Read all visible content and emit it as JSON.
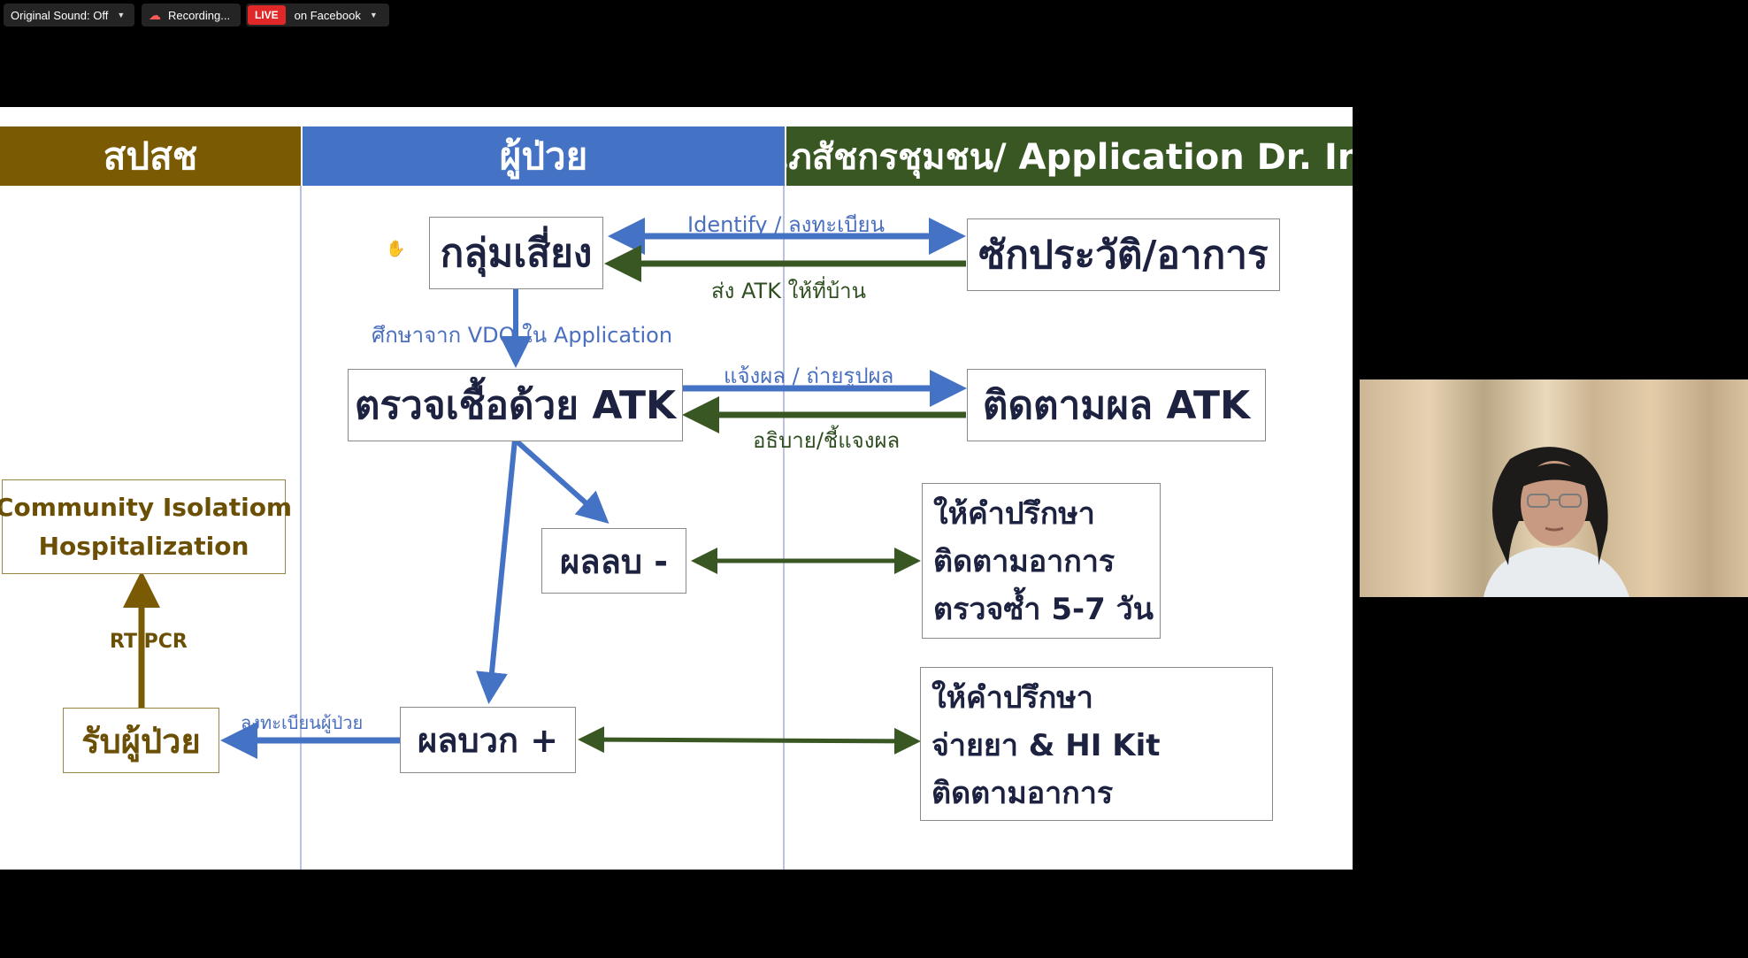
{
  "toolbar": {
    "original_sound": "Original Sound: Off",
    "recording": "Recording...",
    "live_badge": "LIVE",
    "live_target": "on Facebook"
  },
  "slide": {
    "headers": {
      "left": "สปสช",
      "middle": "ผู้ป่วย",
      "right": "เภสัชกรชุมชน/ Application Dr. In"
    },
    "header_colors": {
      "left": "#7a5a03",
      "middle": "#4472c4",
      "right": "#385723"
    },
    "boxes": {
      "risk_group": "กลุ่มเสี่ยง",
      "history": "ซักประวัติ/อาการ",
      "atk_test": "ตรวจเชื้อด้วย ATK",
      "atk_follow": "ติดตามผล  ATK",
      "negative": "ผลลบ -",
      "positive": "ผลบวก +",
      "receive_patient": "รับผู้ป่วย",
      "community_line1": "Community Isolatiom",
      "community_line2": "Hospitalization",
      "neg_advice": [
        "ให้คำปรึกษา",
        "ติดตามอาการ",
        "ตรวจซ้ำ 5-7 วัน"
      ],
      "pos_advice": [
        "ให้คำปรึกษา",
        "จ่ายยา & HI Kit",
        "ติดตามอาการ"
      ]
    },
    "labels": {
      "identify": "Identify / ลงทะเบียน",
      "send_atk": "ส่ง ATK ให้ที่บ้าน",
      "study_vdo": "ศึกษาจาก VDO ใน Application",
      "report": "แจ้งผล / ถ่ายรูปผล",
      "explain": "อธิบาย/ชี้แจงผล",
      "register_patient": "ลงทะเบียนผู้ป่วย",
      "rt_pcr": "RT PCR"
    },
    "arrow_colors": {
      "blue": "#4472c4",
      "green": "#385723",
      "olive": "#7a5a03"
    }
  },
  "icons": {
    "cursor": "hand-cursor-icon",
    "recording": "cloud-icon",
    "dropdown": "caret-down-icon"
  }
}
